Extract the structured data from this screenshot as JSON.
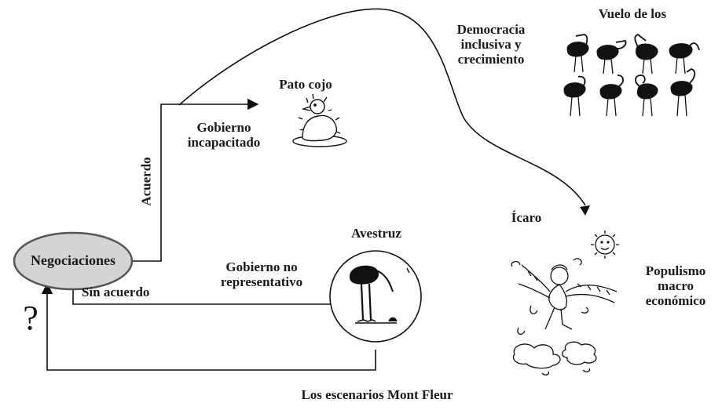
{
  "diagram": {
    "start_node": "Negociaciones",
    "question_mark": "?",
    "caption": "Los escenarios Mont Fleur",
    "branches": {
      "agreement": "Acuerdo",
      "no_agreement": "Sin acuerdo"
    },
    "scenarios": {
      "lame_duck": {
        "name": "Pato cojo",
        "description_lines": [
          "Gobierno",
          "incapacitado"
        ]
      },
      "ostrich": {
        "name": "Avestruz",
        "description_lines": [
          "Gobierno no",
          "representativo"
        ]
      },
      "flight_of_flamingos": {
        "name": "Vuelo de los",
        "description_lines": [
          "Democracia",
          "inclusiva y",
          "crecimiento"
        ]
      },
      "icarus": {
        "name": "Ícaro",
        "description_lines": [
          "Populismo",
          "macro",
          "económico"
        ]
      }
    },
    "colors": {
      "node_fill": "#d4d4d4",
      "line": "#111111"
    }
  }
}
